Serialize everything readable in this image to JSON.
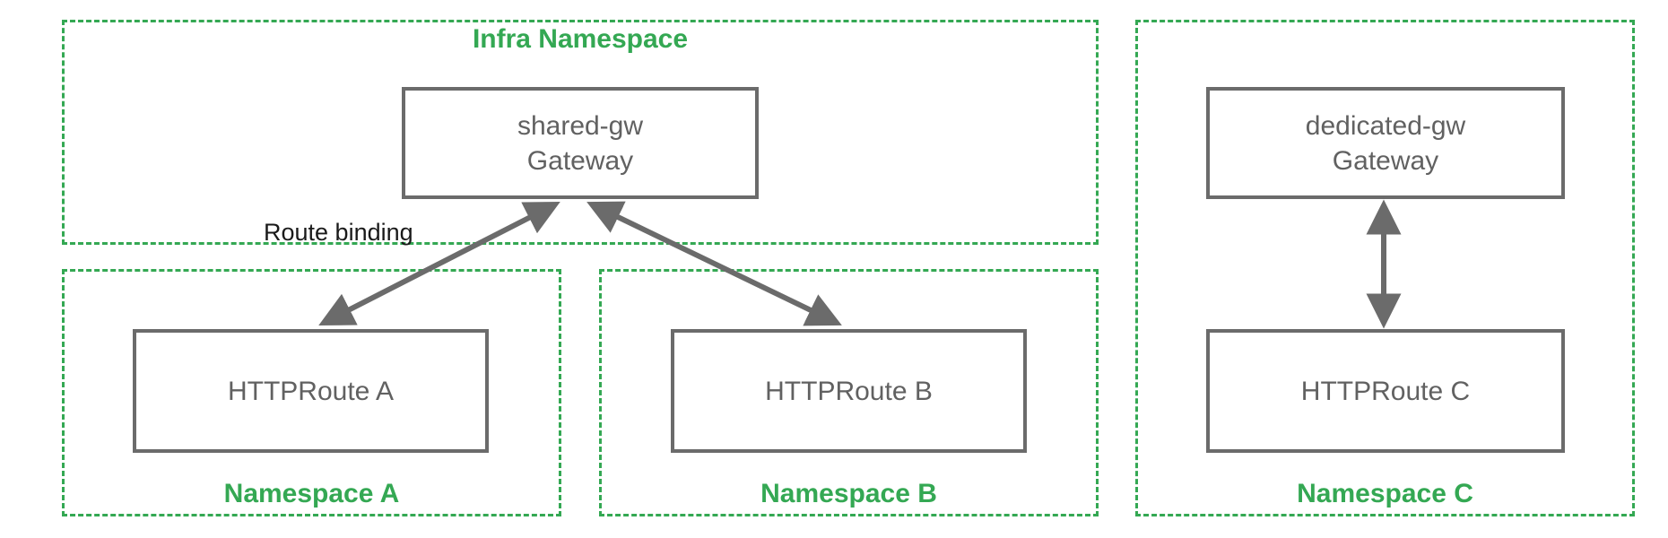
{
  "diagram": {
    "title_accent_color": "#34a853",
    "node_stroke_color": "#6b6b6b",
    "node_text_color": "#616161",
    "edge_color": "#6b6b6b",
    "edge_label_color": "#1a1a1a",
    "background_color": "#ffffff"
  },
  "namespaces": [
    {
      "id": "infra",
      "label": "Infra Namespace",
      "label_position": "top"
    },
    {
      "id": "a",
      "label": "Namespace A",
      "label_position": "bottom"
    },
    {
      "id": "b",
      "label": "Namespace B",
      "label_position": "bottom"
    },
    {
      "id": "c",
      "label": "Namespace C",
      "label_position": "bottom"
    }
  ],
  "nodes": [
    {
      "id": "shared-gw",
      "name": "shared-gw",
      "kind": "Gateway",
      "text": "shared-gw\nGateway",
      "namespace": "infra"
    },
    {
      "id": "dedicated-gw",
      "name": "dedicated-gw",
      "kind": "Gateway",
      "text": "dedicated-gw\nGateway",
      "namespace": "c"
    },
    {
      "id": "httproute-a",
      "name": "HTTPRoute A",
      "kind": "HTTPRoute",
      "text": "HTTPRoute A",
      "namespace": "a"
    },
    {
      "id": "httproute-b",
      "name": "HTTPRoute B",
      "kind": "HTTPRoute",
      "text": "HTTPRoute B",
      "namespace": "b"
    },
    {
      "id": "httproute-c",
      "name": "HTTPRoute C",
      "kind": "HTTPRoute",
      "text": "HTTPRoute C",
      "namespace": "c"
    }
  ],
  "edges": [
    {
      "id": "edge-a",
      "from": "httproute-a",
      "to": "shared-gw",
      "label": "Route binding",
      "arrows": "both"
    },
    {
      "id": "edge-b",
      "from": "httproute-b",
      "to": "shared-gw",
      "label": "",
      "arrows": "both"
    },
    {
      "id": "edge-c",
      "from": "httproute-c",
      "to": "dedicated-gw",
      "label": "",
      "arrows": "both"
    }
  ],
  "edge_labels": [
    {
      "id": "route-binding",
      "text": "Route binding"
    }
  ]
}
